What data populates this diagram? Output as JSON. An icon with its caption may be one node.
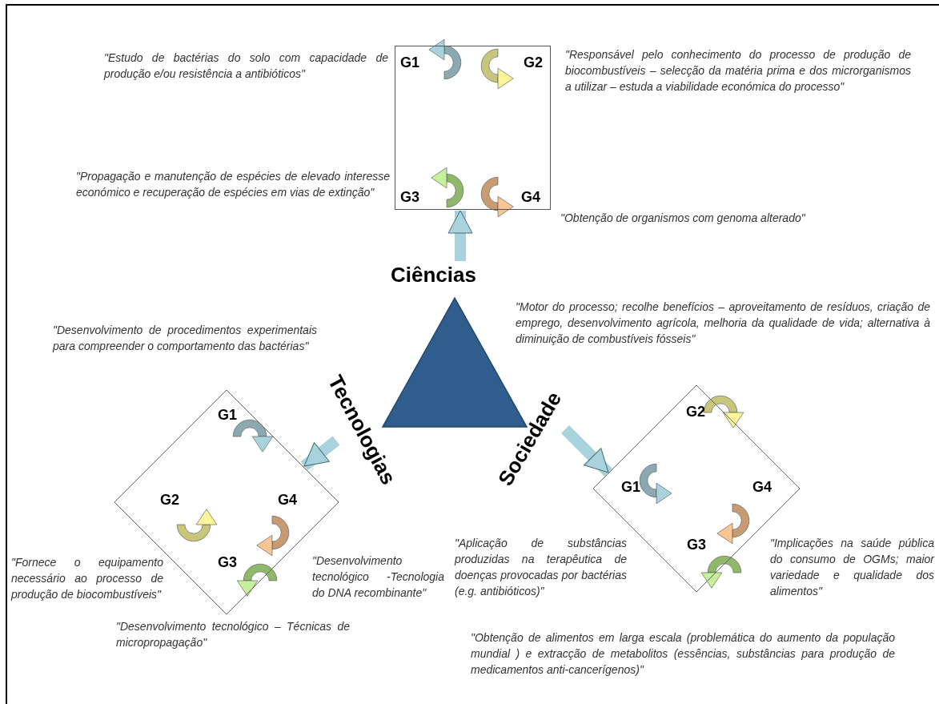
{
  "diagram": {
    "nodes": [
      {
        "text": [
          "G1",
          "G2",
          "G3",
          "G4"
        ]
      },
      {
        "text": [
          "Ciências"
        ]
      },
      {
        "text": [],
        "shape": "triangle"
      },
      {
        "text": [
          "Tecnologias"
        ]
      },
      {
        "text": [
          "Sociedade"
        ]
      },
      {
        "text": [
          "G1",
          "G2",
          "G3",
          "G4"
        ]
      },
      {
        "text": [
          "G1",
          "G2",
          "G3",
          "G4"
        ]
      }
    ],
    "edges": [
      {
        "from": 1,
        "to": 0,
        "arrow": "to"
      },
      {
        "from": 3,
        "to": 5,
        "arrow": "to"
      },
      {
        "from": 4,
        "to": 6,
        "arrow": "to"
      }
    ],
    "labels": [
      "\"Estudo de bactérias do solo com capacidade de produção e/ou resistência a antibióticos\"",
      "\"Responsável pelo conhecimento do processo de produção de biocombustíveis – selecção da matéria prima e dos microrganismos a utilizar – estuda a viabilidade económica do processo\"",
      "\"Propagação e manutenção de espécies de elevado interesse económico e recuperação de espécies em vias de extinção\"",
      "\"Obtenção de organismos com genoma alterado\"",
      "\"Motor do processo; recolhe benefícios – aproveitamento de resíduos, criação de emprego, desenvolvimento agrícola, melhoria da qualidade de vida; alternativa à diminuição de combustíveis fósseis\"",
      "\"Desenvolvimento de procedimentos experimentais para compreender o comportamento das bactérias\"",
      "\"Fornece o equipamento necessário ao processo de produção de biocombustíveis\"",
      "\"Desenvolvimento tecnológico -Tecnologia do DNA recombinante\"",
      "\"Aplicação de substâncias produzidas na terapêutica de doenças provocadas por bactérias (e.g. antibióticos)\"",
      "\"Implicações na saúde pública do consumo de OGMs; maior variedade e qualidade dos alimentos\"",
      "\"Desenvolvimento tecnológico – Técnicas de micropropagação\"",
      "\"Obtenção de alimentos em larga escala (problemática do aumento da população mundial ) e extracção de metabolitos (essências, substâncias para produção de medicamentos anti-cancerígenos)\""
    ]
  }
}
